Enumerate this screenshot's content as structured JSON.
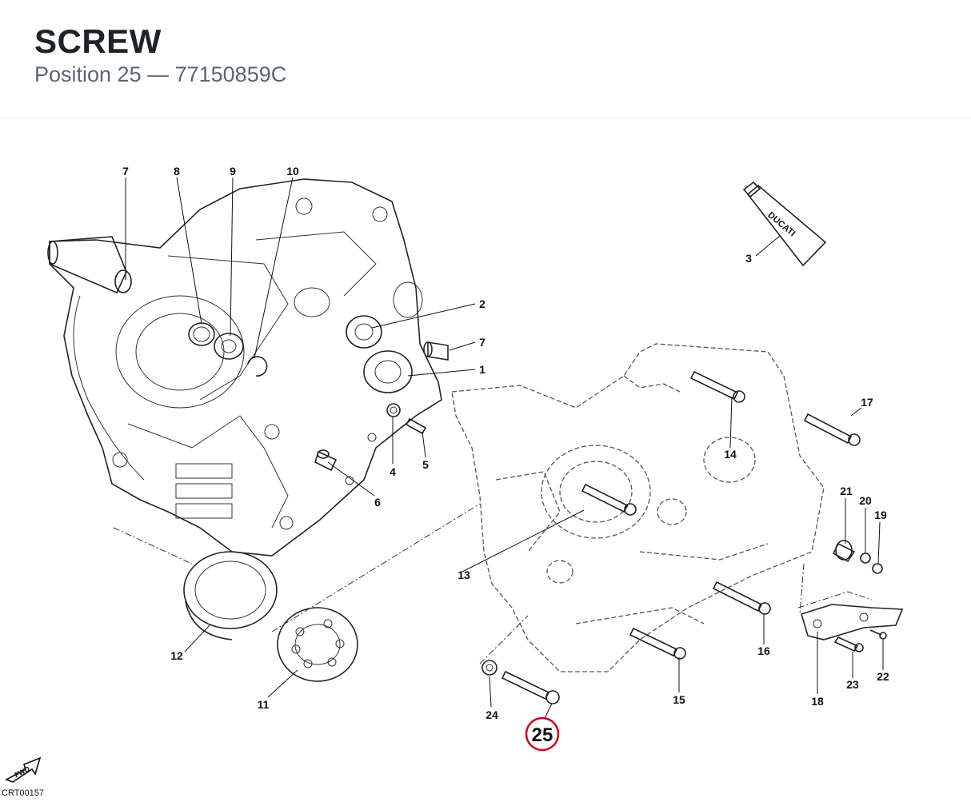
{
  "header": {
    "title": "SCREW",
    "subtitle": "Position 25 — 77150859C"
  },
  "highlight": {
    "label": "25",
    "color": "#d0021b"
  },
  "tube_text": "DUCATI",
  "fwd_text": "FWD",
  "drawing_code": "CRT00157",
  "callouts": {
    "c1": "1",
    "c2": "2",
    "c3": "3",
    "c4": "4",
    "c5": "5",
    "c6": "6",
    "c7a": "7",
    "c7b": "7",
    "c8": "8",
    "c9": "9",
    "c10": "10",
    "c11": "11",
    "c12": "12",
    "c13": "13",
    "c14": "14",
    "c15": "15",
    "c16": "16",
    "c17": "17",
    "c18": "18",
    "c19": "19",
    "c20": "20",
    "c21": "21",
    "c22": "22",
    "c23": "23",
    "c24": "24"
  }
}
